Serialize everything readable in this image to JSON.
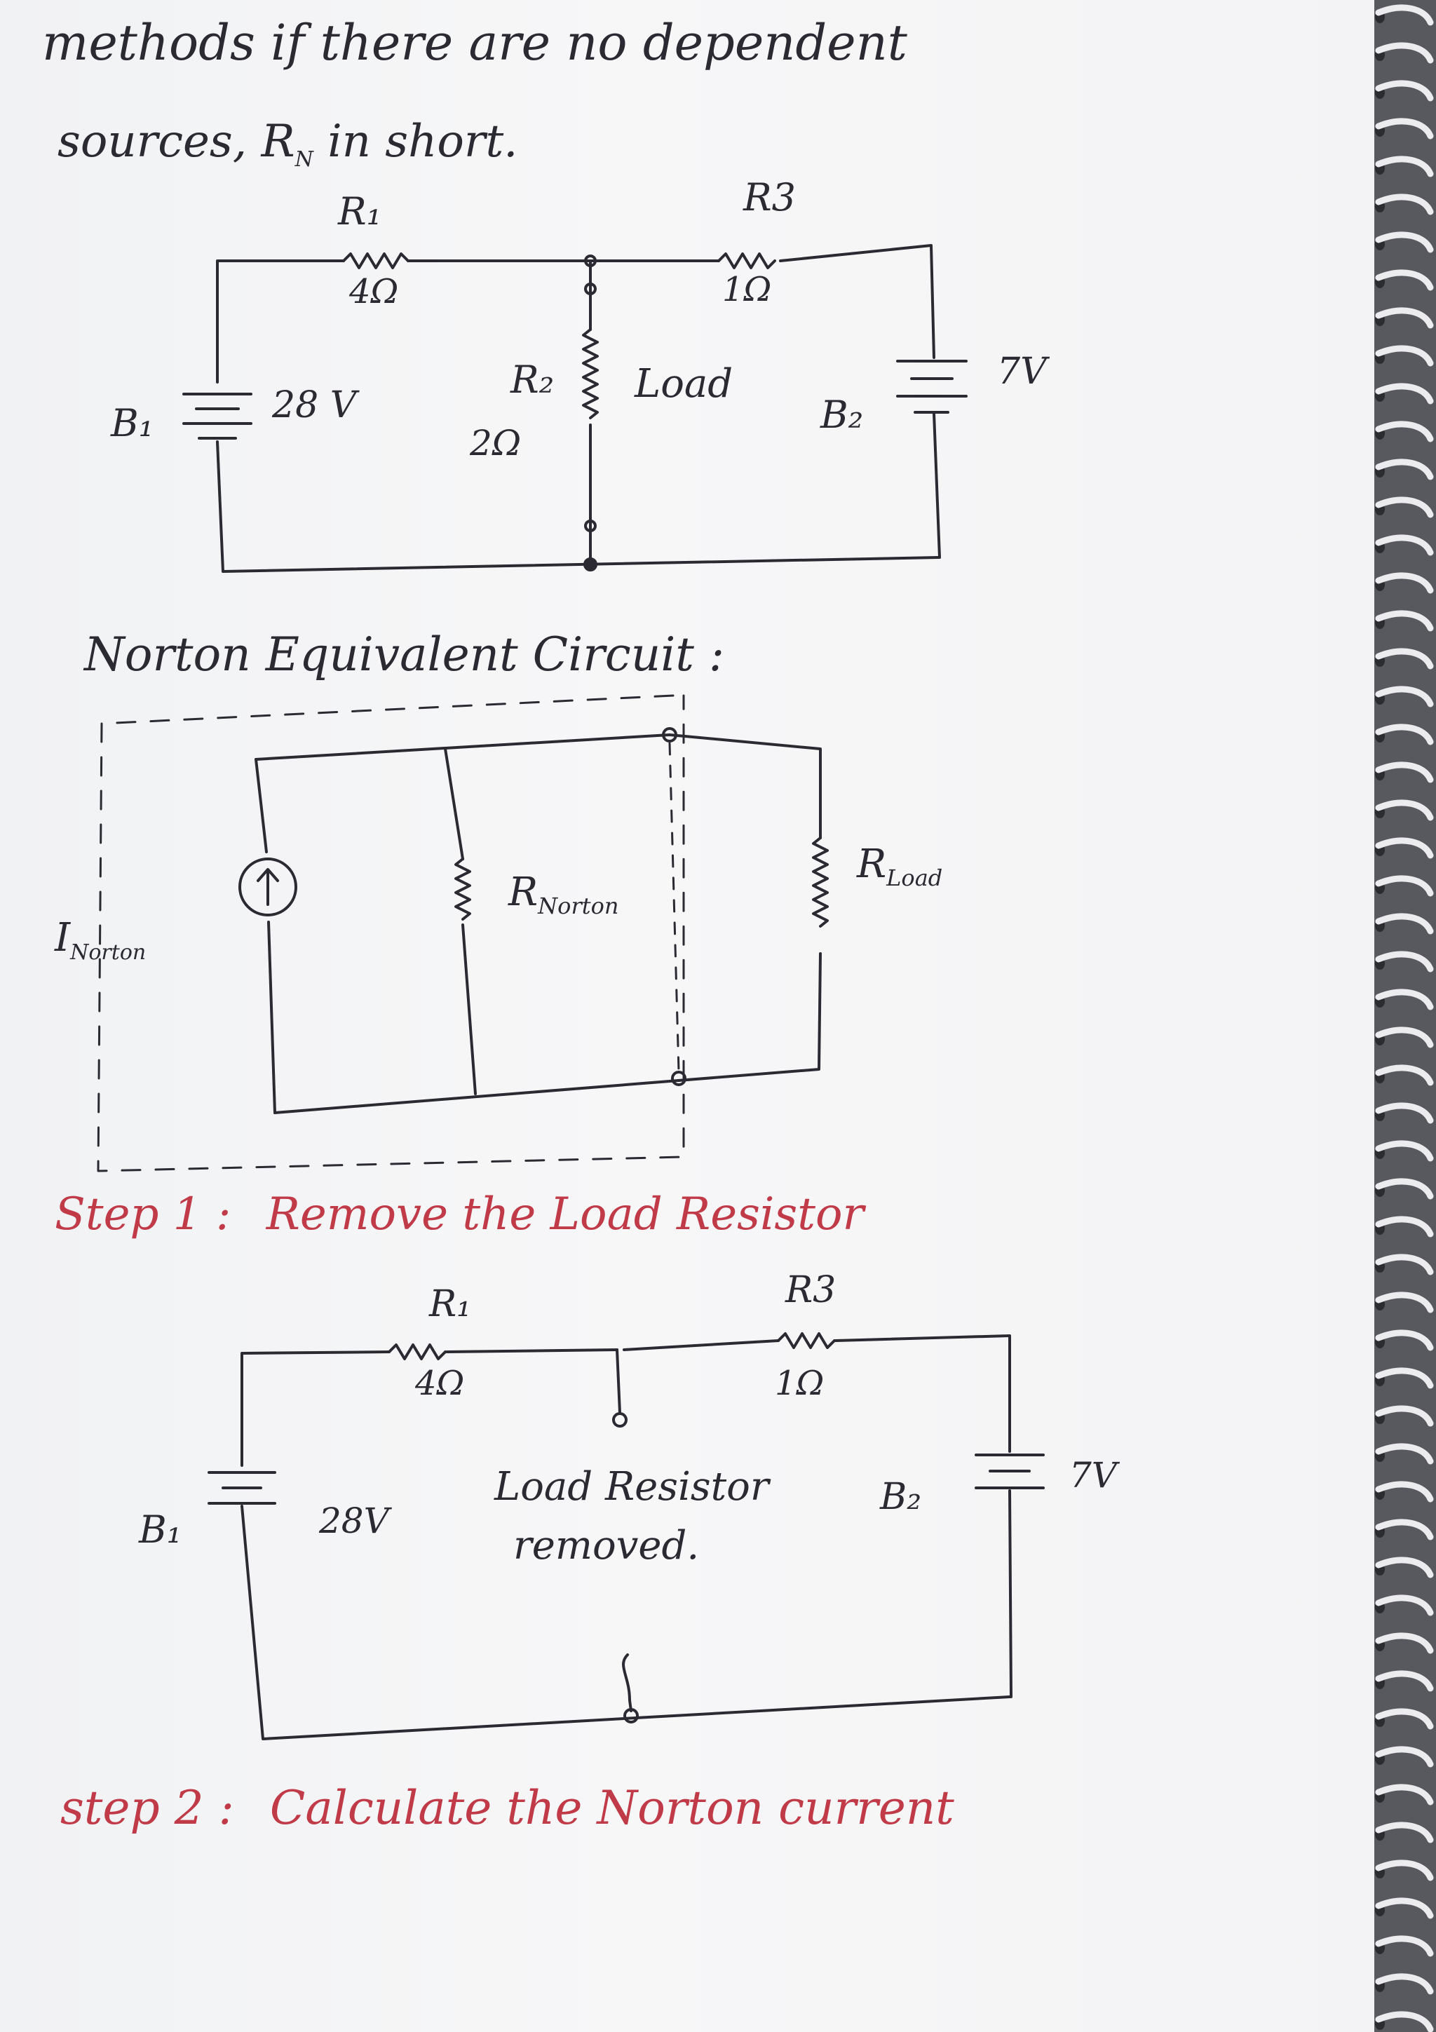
{
  "intro": {
    "line1": "methods if there are no dependent",
    "line2": "sources, R",
    "line2_sub": "N",
    "line2_rest": " in short."
  },
  "circuit1": {
    "r1_name": "R₁",
    "r1_value": "4Ω",
    "r3_name": "R3",
    "r3_value": "1Ω",
    "r2_name": "R₂",
    "r2_value": "2Ω",
    "load_label": "Load",
    "b1_name": "B₁",
    "b1_value": "28 V",
    "b2_name": "B₂",
    "b2_value": "7V"
  },
  "norton": {
    "heading": "Norton Equivalent Circuit :",
    "source_label": "I",
    "source_sub": "Norton",
    "r_norton": "R",
    "r_norton_sub": "Norton",
    "r_load": "R",
    "r_load_sub": "Load"
  },
  "step1": {
    "prefix": "Step 1 :",
    "title": "Remove the Load Resistor",
    "r1_name": "R₁",
    "r1_value": "4Ω",
    "r3_name": "R3",
    "r3_value": "1Ω",
    "b1_name": "B₁",
    "b1_value": "28V",
    "b2_name": "B₂",
    "b2_value": "7V",
    "note_line1": "Load Resistor",
    "note_line2": "removed."
  },
  "step2": {
    "prefix": "step 2 :",
    "title": "Calculate the Norton current"
  },
  "colors": {
    "ink": "#2b2a33",
    "red_ink": "#c03a48",
    "paper": "#f3f3f5"
  }
}
